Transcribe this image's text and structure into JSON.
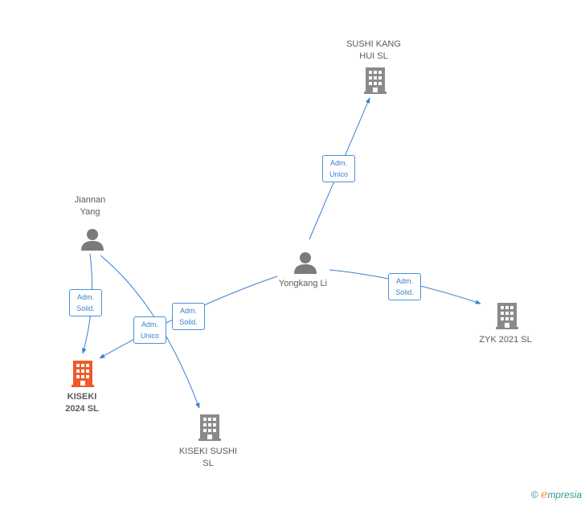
{
  "nodes": {
    "sushi_kang": {
      "label": "SUSHI KANG\nHUI  SL",
      "type": "company"
    },
    "jiannan": {
      "label": "Jiannan\nYang",
      "type": "person"
    },
    "yongkang": {
      "label": "Yongkang Li",
      "type": "person"
    },
    "zyk": {
      "label": "ZYK 2021  SL",
      "type": "company"
    },
    "kiseki2024": {
      "label": "KISEKI\n2024  SL",
      "type": "company",
      "highlight": true
    },
    "kiseki_sushi": {
      "label": "KISEKI SUSHI\nSL",
      "type": "company"
    }
  },
  "edges": [
    {
      "from": "yongkang",
      "to": "sushi_kang",
      "label": "Adm.\nUnico"
    },
    {
      "from": "yongkang",
      "to": "zyk",
      "label": "Adm.\nSolid."
    },
    {
      "from": "yongkang",
      "to": "kiseki2024",
      "label": "Adm.\nSolid."
    },
    {
      "from": "jiannan",
      "to": "kiseki2024",
      "label": "Adm.\nSolid."
    },
    {
      "from": "jiannan",
      "to": "kiseki_sushi",
      "label": "Adm.\nUnico"
    }
  ],
  "colors": {
    "edge": "#3a7fd0",
    "company_icon": "#8a8a8a",
    "highlight_icon": "#f05a28",
    "person_icon": "#7a7a7a"
  },
  "watermark": {
    "copyright": "©",
    "brand_e": "e",
    "brand_rest": "mpresia"
  }
}
